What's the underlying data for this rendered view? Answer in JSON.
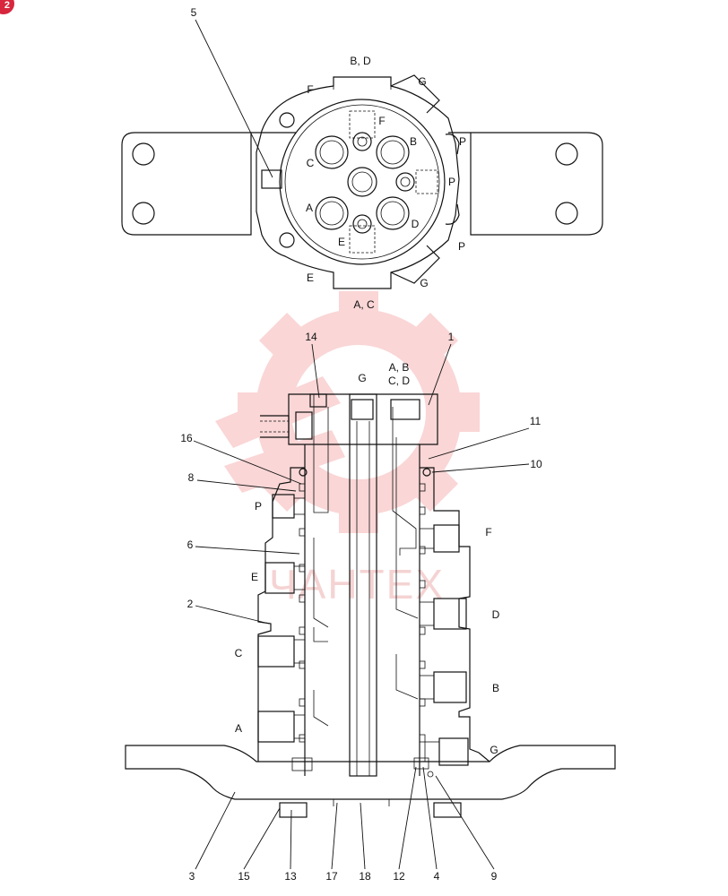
{
  "badge": "2",
  "watermark": {
    "text": "ЧАНТЕХ",
    "color": "#f6b6b6"
  },
  "top_view": {
    "port_labels": [
      "B, D",
      "A, C",
      "F",
      "G",
      "B",
      "C",
      "P",
      "P",
      "A",
      "D",
      "E",
      "P",
      "E",
      "G",
      "F"
    ],
    "callouts": [
      "5"
    ]
  },
  "side_view": {
    "port_labels": [
      "G",
      "A, B",
      "C, D",
      "P",
      "E",
      "C",
      "A",
      "F",
      "D",
      "B",
      "G"
    ],
    "callouts": [
      "14",
      "1",
      "16",
      "11",
      "8",
      "10",
      "6",
      "2",
      "3",
      "15",
      "13",
      "17",
      "18",
      "12",
      "4",
      "9"
    ]
  }
}
